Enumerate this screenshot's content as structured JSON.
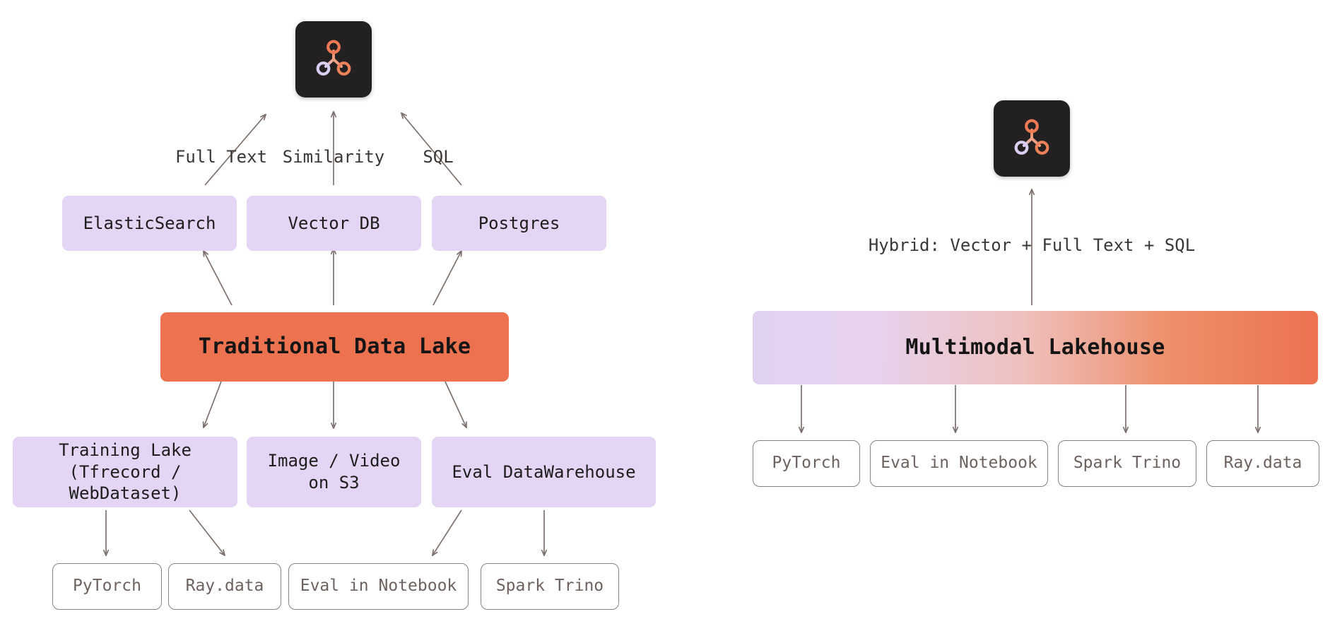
{
  "page": {
    "title": "Traditional Data Lake vs Multimodal Lakehouse",
    "background": "#ffffff",
    "colors": {
      "purple_box": "#E4D5F4",
      "orange_box": "#EC7250",
      "gradient_start": "#E2D2F2",
      "gradient_end": "#EC7250",
      "outline_stroke": "#8c807c",
      "arrow_stroke": "#7d716d",
      "logo_tile": "#222020",
      "text_dark": "#262626"
    }
  },
  "left_diagram": {
    "name": "traditional-data-lake-architecture",
    "logo": {
      "name": "lakehouse-logo-icon",
      "alt": "three-node graph logo"
    },
    "query_labels": [
      {
        "id": "full-text",
        "text": "Full Text"
      },
      {
        "id": "similarity",
        "text": "Similarity"
      },
      {
        "id": "sql",
        "text": "SQL"
      }
    ],
    "query_engines": [
      {
        "id": "elasticsearch",
        "label": "ElasticSearch"
      },
      {
        "id": "vector-db",
        "label": "Vector DB"
      },
      {
        "id": "postgres",
        "label": "Postgres"
      }
    ],
    "core": {
      "id": "traditional-data-lake",
      "label": "Traditional Data Lake"
    },
    "storage_layers": [
      {
        "id": "training-lake",
        "label": "Training Lake\n(Tfrecord / WebDataset)"
      },
      {
        "id": "image-video-s3",
        "label": "Image / Video\non S3"
      },
      {
        "id": "eval-datawarehouse",
        "label": "Eval DataWarehouse"
      }
    ],
    "consumers": [
      {
        "id": "pytorch",
        "label": "PyTorch"
      },
      {
        "id": "ray-data",
        "label": "Ray.data"
      },
      {
        "id": "eval-in-notebook",
        "label": "Eval in Notebook"
      },
      {
        "id": "spark-trino",
        "label": "Spark Trino"
      }
    ]
  },
  "right_diagram": {
    "name": "multimodal-lakehouse-architecture",
    "logo": {
      "name": "lakehouse-logo-icon",
      "alt": "three-node graph logo"
    },
    "query_label": {
      "id": "hybrid-query",
      "text": "Hybrid: Vector + Full Text + SQL"
    },
    "core": {
      "id": "multimodal-lakehouse",
      "label": "Multimodal Lakehouse"
    },
    "consumers": [
      {
        "id": "pytorch",
        "label": "PyTorch"
      },
      {
        "id": "eval-in-notebook",
        "label": "Eval in Notebook"
      },
      {
        "id": "spark-trino",
        "label": "Spark Trino"
      },
      {
        "id": "ray-data",
        "label": "Ray.data"
      }
    ]
  }
}
